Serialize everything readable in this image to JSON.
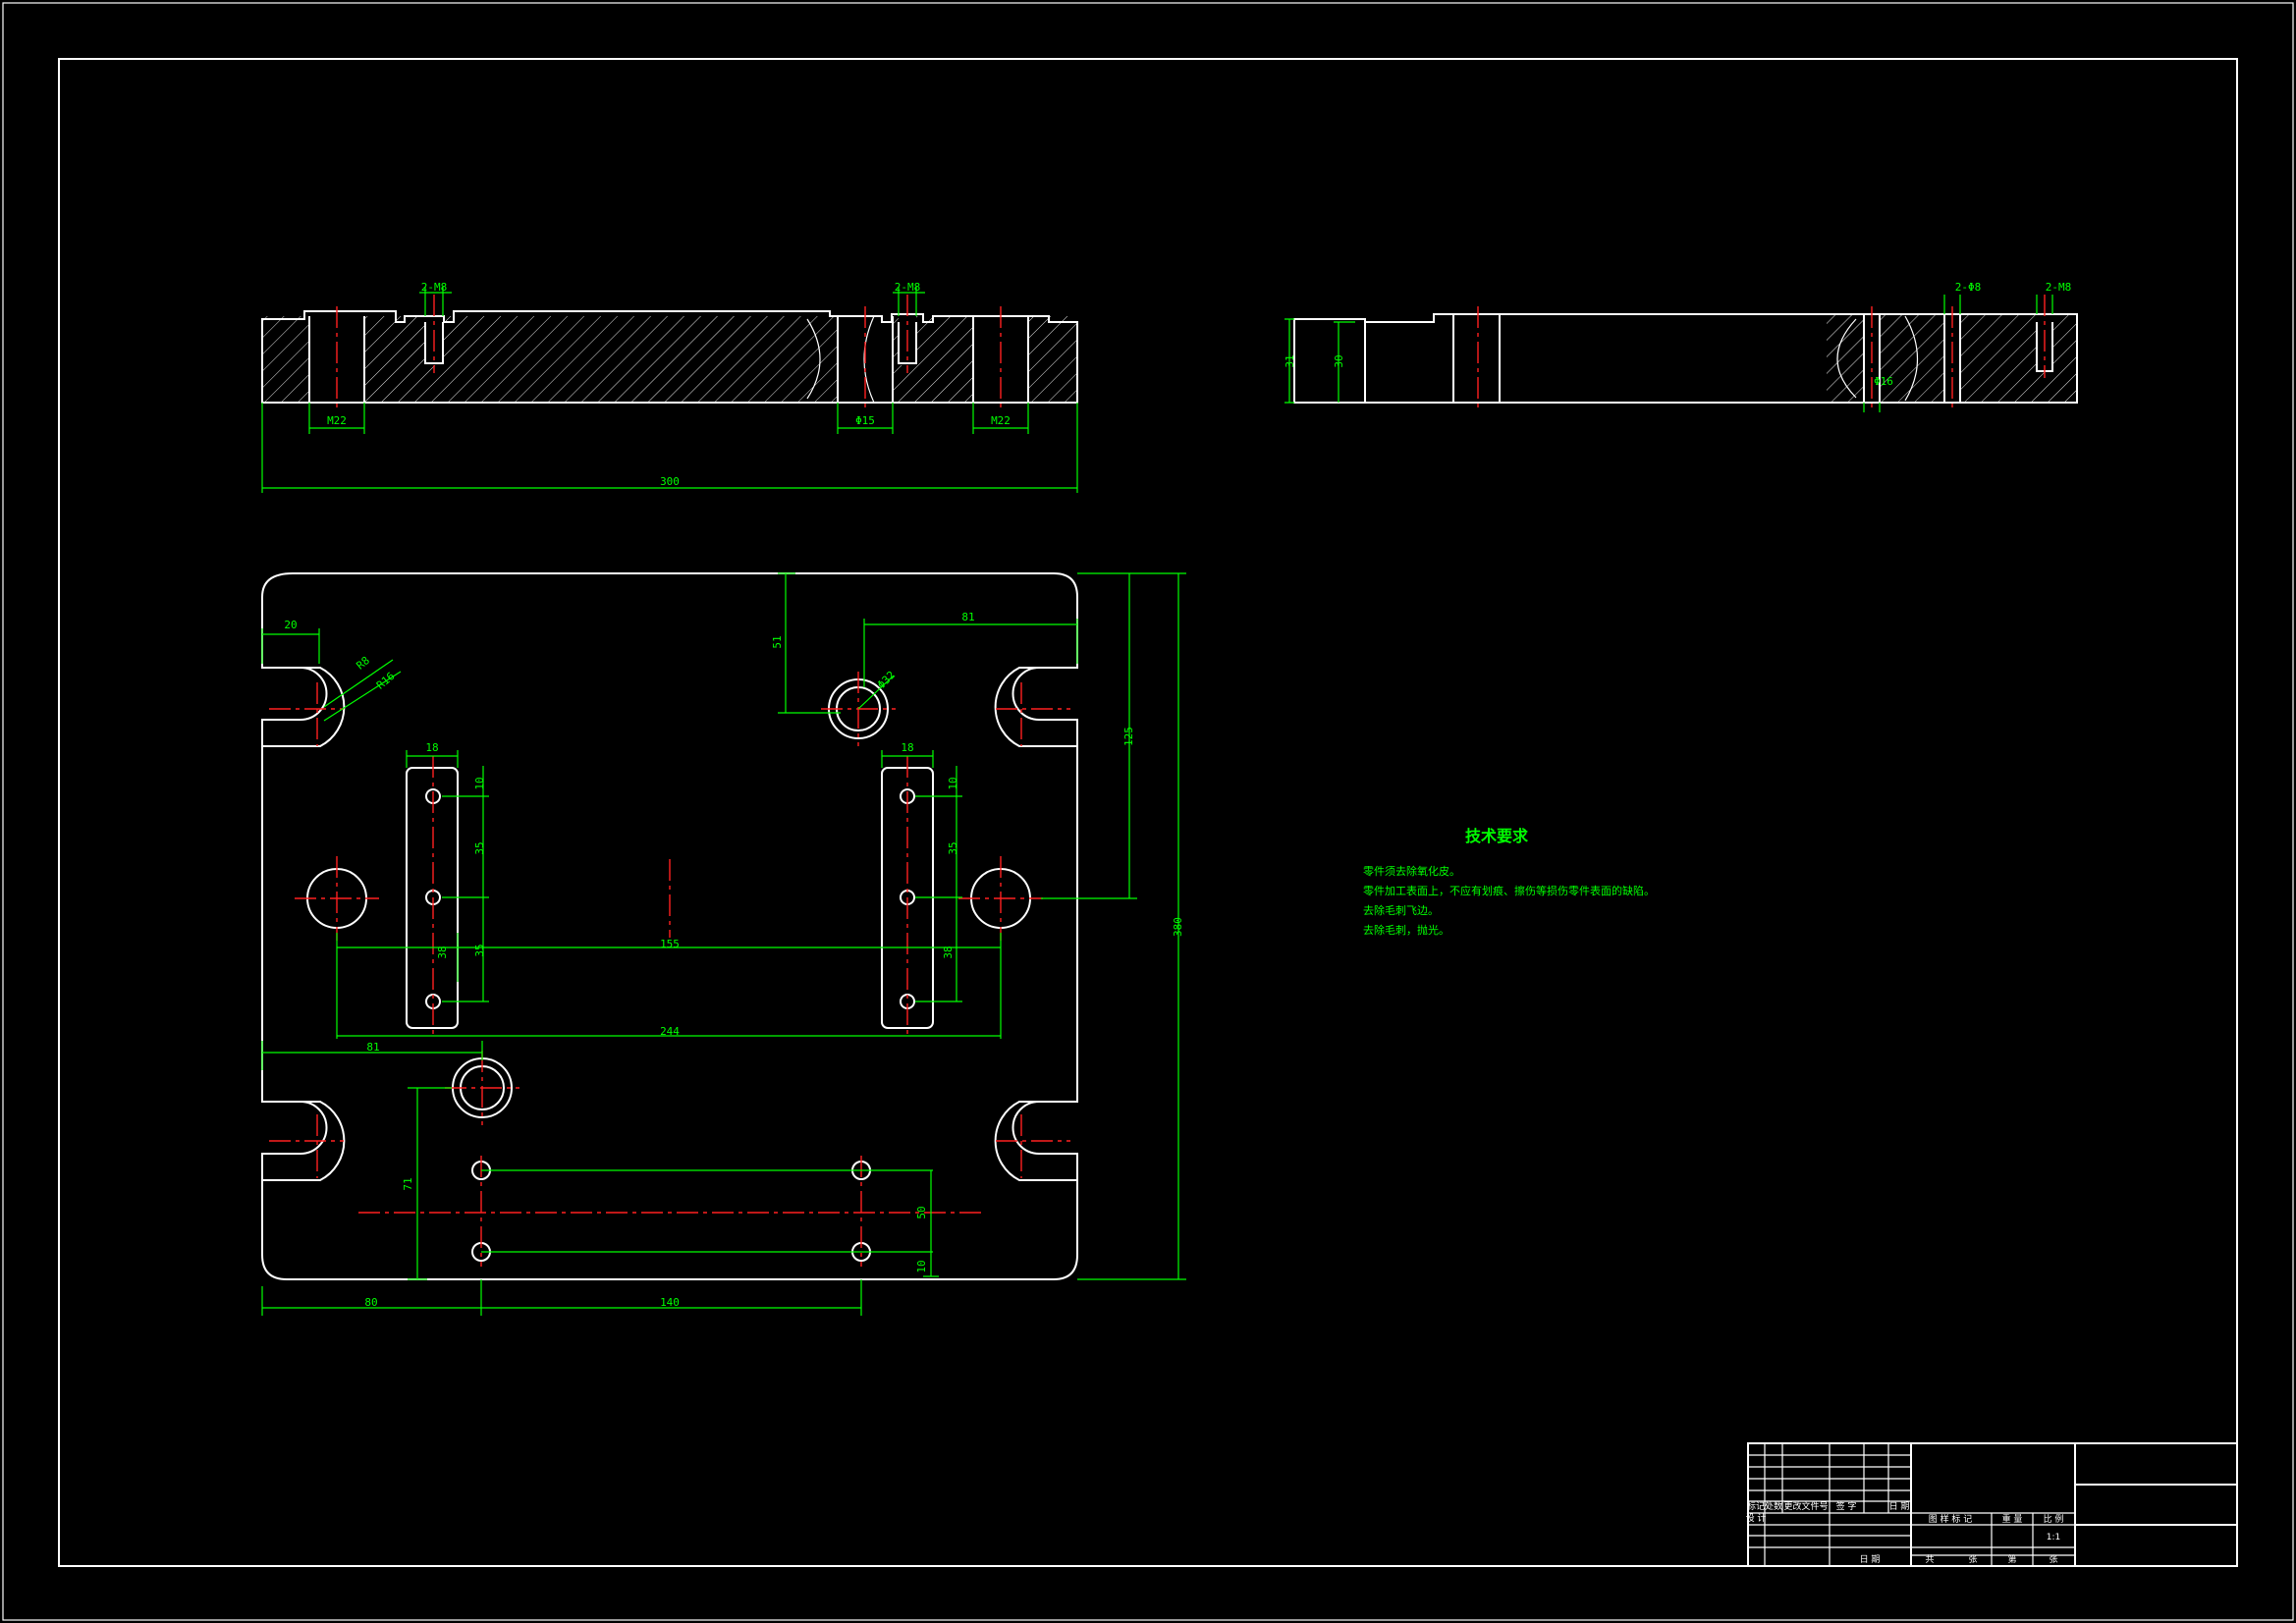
{
  "drawing": {
    "front_view": {
      "labels": [
        "2-M8",
        "2-M8",
        "M22",
        "Φ15",
        "M22",
        "300"
      ]
    },
    "side_view": {
      "labels": [
        "2-Φ8",
        "2-M8",
        "31",
        "30",
        "Φ16"
      ]
    },
    "plan_view": {
      "labels": [
        "20",
        "R8",
        "R16",
        "51",
        "81",
        "Φ32",
        "18",
        "18",
        "10",
        "10",
        "35",
        "35",
        "38",
        "38",
        "35",
        "155",
        "244",
        "81",
        "125",
        "380",
        "71",
        "50",
        "10",
        "80",
        "140"
      ]
    }
  },
  "technical_requirements": {
    "title": "技术要求",
    "notes": [
      "零件须去除氧化皮。",
      "零件加工表面上，不应有划痕、擦伤等损伤零件表面的缺陷。",
      "去除毛刺飞边。",
      "去除毛刺，抛光。"
    ]
  },
  "title_block": {
    "labels": [
      "标记",
      "处数",
      "更改文件号",
      "签 字",
      "日 期",
      "设 计",
      "日 期",
      "图 样 标 记",
      "重 量",
      "比 例",
      "1:1",
      "共",
      "张",
      "第",
      "张"
    ]
  },
  "colors": {
    "background": "#000000",
    "outline": "#ffffff",
    "dimension": "#00ff00",
    "centerline": "#ff2020"
  }
}
